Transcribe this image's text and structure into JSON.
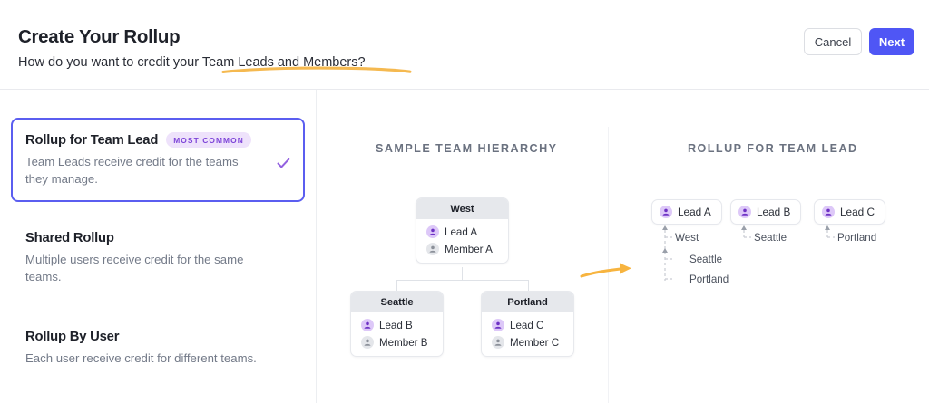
{
  "header": {
    "title": "Create Your Rollup",
    "subtitle_prefix": "How do you want to credit your ",
    "subtitle_highlight": "Team Leads and Members?",
    "cancel_label": "Cancel",
    "next_label": "Next",
    "accent_color": "#4f56f5",
    "underline_color": "#f5b950"
  },
  "options": [
    {
      "title": "Rollup for Team Lead",
      "badge": "MOST COMMON",
      "description": "Team Leads receive credit for the teams they manage.",
      "selected": true
    },
    {
      "title": "Shared Rollup",
      "badge": "",
      "description": "Multiple users receive credit for the same teams.",
      "selected": false
    },
    {
      "title": "Rollup By User",
      "badge": "",
      "description": "Each user receive credit for different teams.",
      "selected": false
    }
  ],
  "hierarchy_panel": {
    "heading": "SAMPLE TEAM HIERARCHY",
    "nodes": {
      "west": {
        "name": "West",
        "lead": "Lead A",
        "member": "Member A"
      },
      "seattle": {
        "name": "Seattle",
        "lead": "Lead B",
        "member": "Member B"
      },
      "portland": {
        "name": "Portland",
        "lead": "Lead C",
        "member": "Member C"
      }
    }
  },
  "rollup_panel": {
    "heading": "ROLLUP FOR TEAM LEAD",
    "groups": [
      {
        "lead": "Lead A",
        "teams": [
          "West",
          "Seattle",
          "Portland"
        ]
      },
      {
        "lead": "Lead B",
        "teams": [
          "Seattle"
        ]
      },
      {
        "lead": "Lead C",
        "teams": [
          "Portland"
        ]
      }
    ]
  },
  "colors": {
    "lead_avatar": "#ddc8f8",
    "member_avatar": "#e4e6ea",
    "badge_bg": "#eee2fb",
    "badge_text": "#7d44d8",
    "selected_border": "#5b5ef0",
    "check": "#9361e0"
  }
}
